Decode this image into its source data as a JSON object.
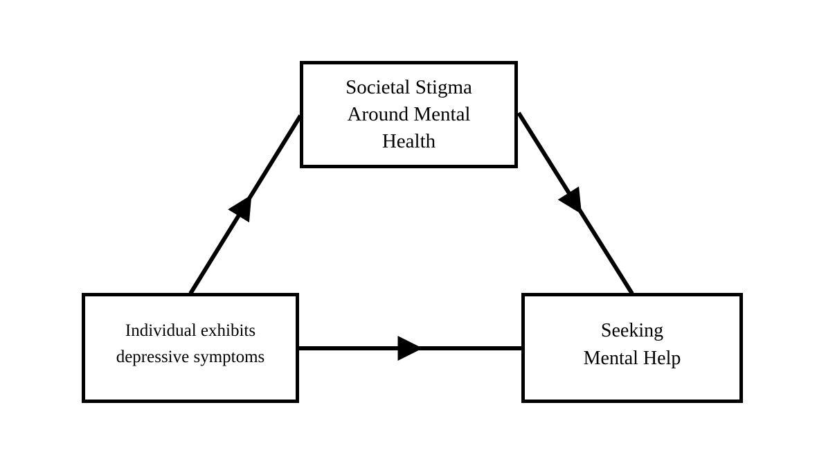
{
  "colors": {
    "background": "#ffffff",
    "line": "#000000",
    "text": "#000000"
  },
  "nodes": [
    {
      "id": "societal-stigma",
      "lines": [
        "Societal Stigma",
        "Around Mental",
        "Health"
      ]
    },
    {
      "id": "individual-symptoms",
      "lines": [
        "Individual exhibits",
        "depressive symptoms"
      ]
    },
    {
      "id": "seeking-help",
      "lines": [
        "Seeking",
        "Mental Help"
      ]
    }
  ],
  "edges": [
    {
      "from": "individual-symptoms",
      "to": "societal-stigma"
    },
    {
      "from": "societal-stigma",
      "to": "seeking-help"
    },
    {
      "from": "individual-symptoms",
      "to": "seeking-help"
    }
  ]
}
